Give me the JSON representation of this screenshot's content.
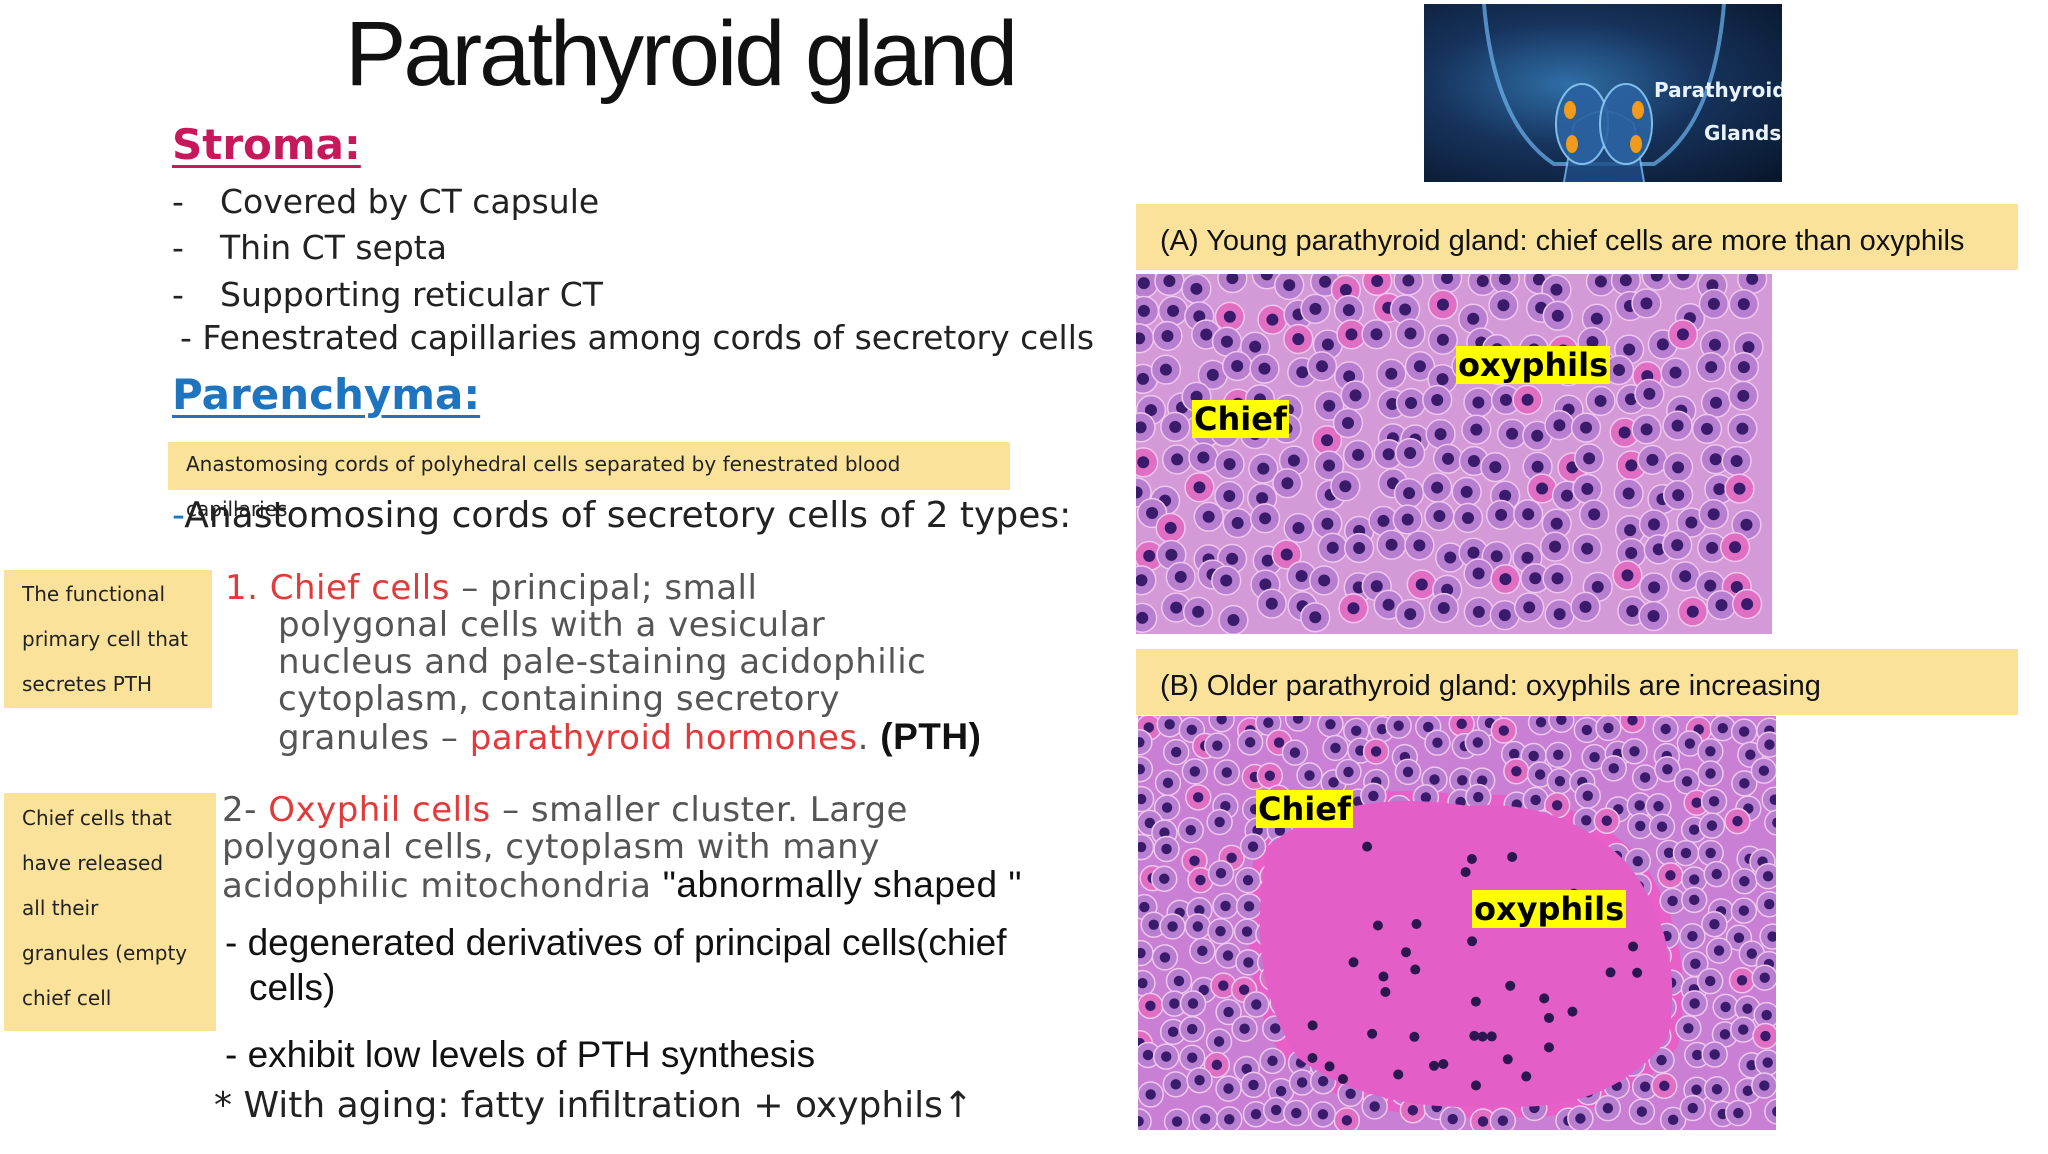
{
  "title": "Parathyroid gland",
  "stroma": {
    "heading": "Stroma:",
    "items": [
      "Covered by CT capsule",
      "Thin CT septa",
      "Supporting reticular CT"
    ],
    "extra": "- Fenestrated capillaries among cords of secretory cells"
  },
  "parenchyma": {
    "heading": "Parenchyma:",
    "note": "Anastomosing cords of polyhedral cells separated by fenestrated blood capillaries",
    "lead_dash": "-",
    "lead": "Anastomosing cords of secretory cells of 2 types:"
  },
  "side_notes": {
    "functional": [
      "The functional",
      "primary cell that",
      "secretes PTH"
    ],
    "released": [
      "Chief cells that",
      "have released",
      "all their",
      "granules (empty",
      "chief cell"
    ]
  },
  "chief": {
    "num": "1.",
    "name": "Chief cells",
    "l1": " – principal; small",
    "l2": "polygonal cells with a vesicular",
    "l3": "nucleus and pale-staining acidophilic",
    "l4": "cytoplasm, containing secretory",
    "l5a": "granules – ",
    "l5b": "parathyroid hormones",
    "l5c": ".",
    "pth": "(PTH)"
  },
  "oxyphil": {
    "num": "2- ",
    "name": "Oxyphil cells",
    "l1": " – smaller cluster. Large",
    "l2": "polygonal cells, cytoplasm with many",
    "l3": "acidophilic mitochondria",
    "shape": "\"abnormally shaped \"",
    "deg1": "- degenerated derivatives of principal cells(chief",
    "deg2": "cells)",
    "low": "- exhibit low levels of PTH synthesis",
    "aging": "* With aging: fatty infiltration + oxyphils↑"
  },
  "thumb": {
    "label1": "Parathyroid",
    "label2": "Glands"
  },
  "panel_a": {
    "caption": "(A) Young parathyroid gland: chief cells are more than oxyphils",
    "label_chief": "Chief",
    "label_oxy": "oxyphils"
  },
  "panel_b": {
    "caption": "(B) Older parathyroid gland: oxyphils are increasing",
    "label_chief": "Chief",
    "label_oxy": "oxyphils"
  },
  "colors": {
    "stroma": "#c8185c",
    "parenchyma": "#1f74c0",
    "highlight": "#fbe29a",
    "red_term": "#e03a3a",
    "stain": "#d17ad8"
  }
}
